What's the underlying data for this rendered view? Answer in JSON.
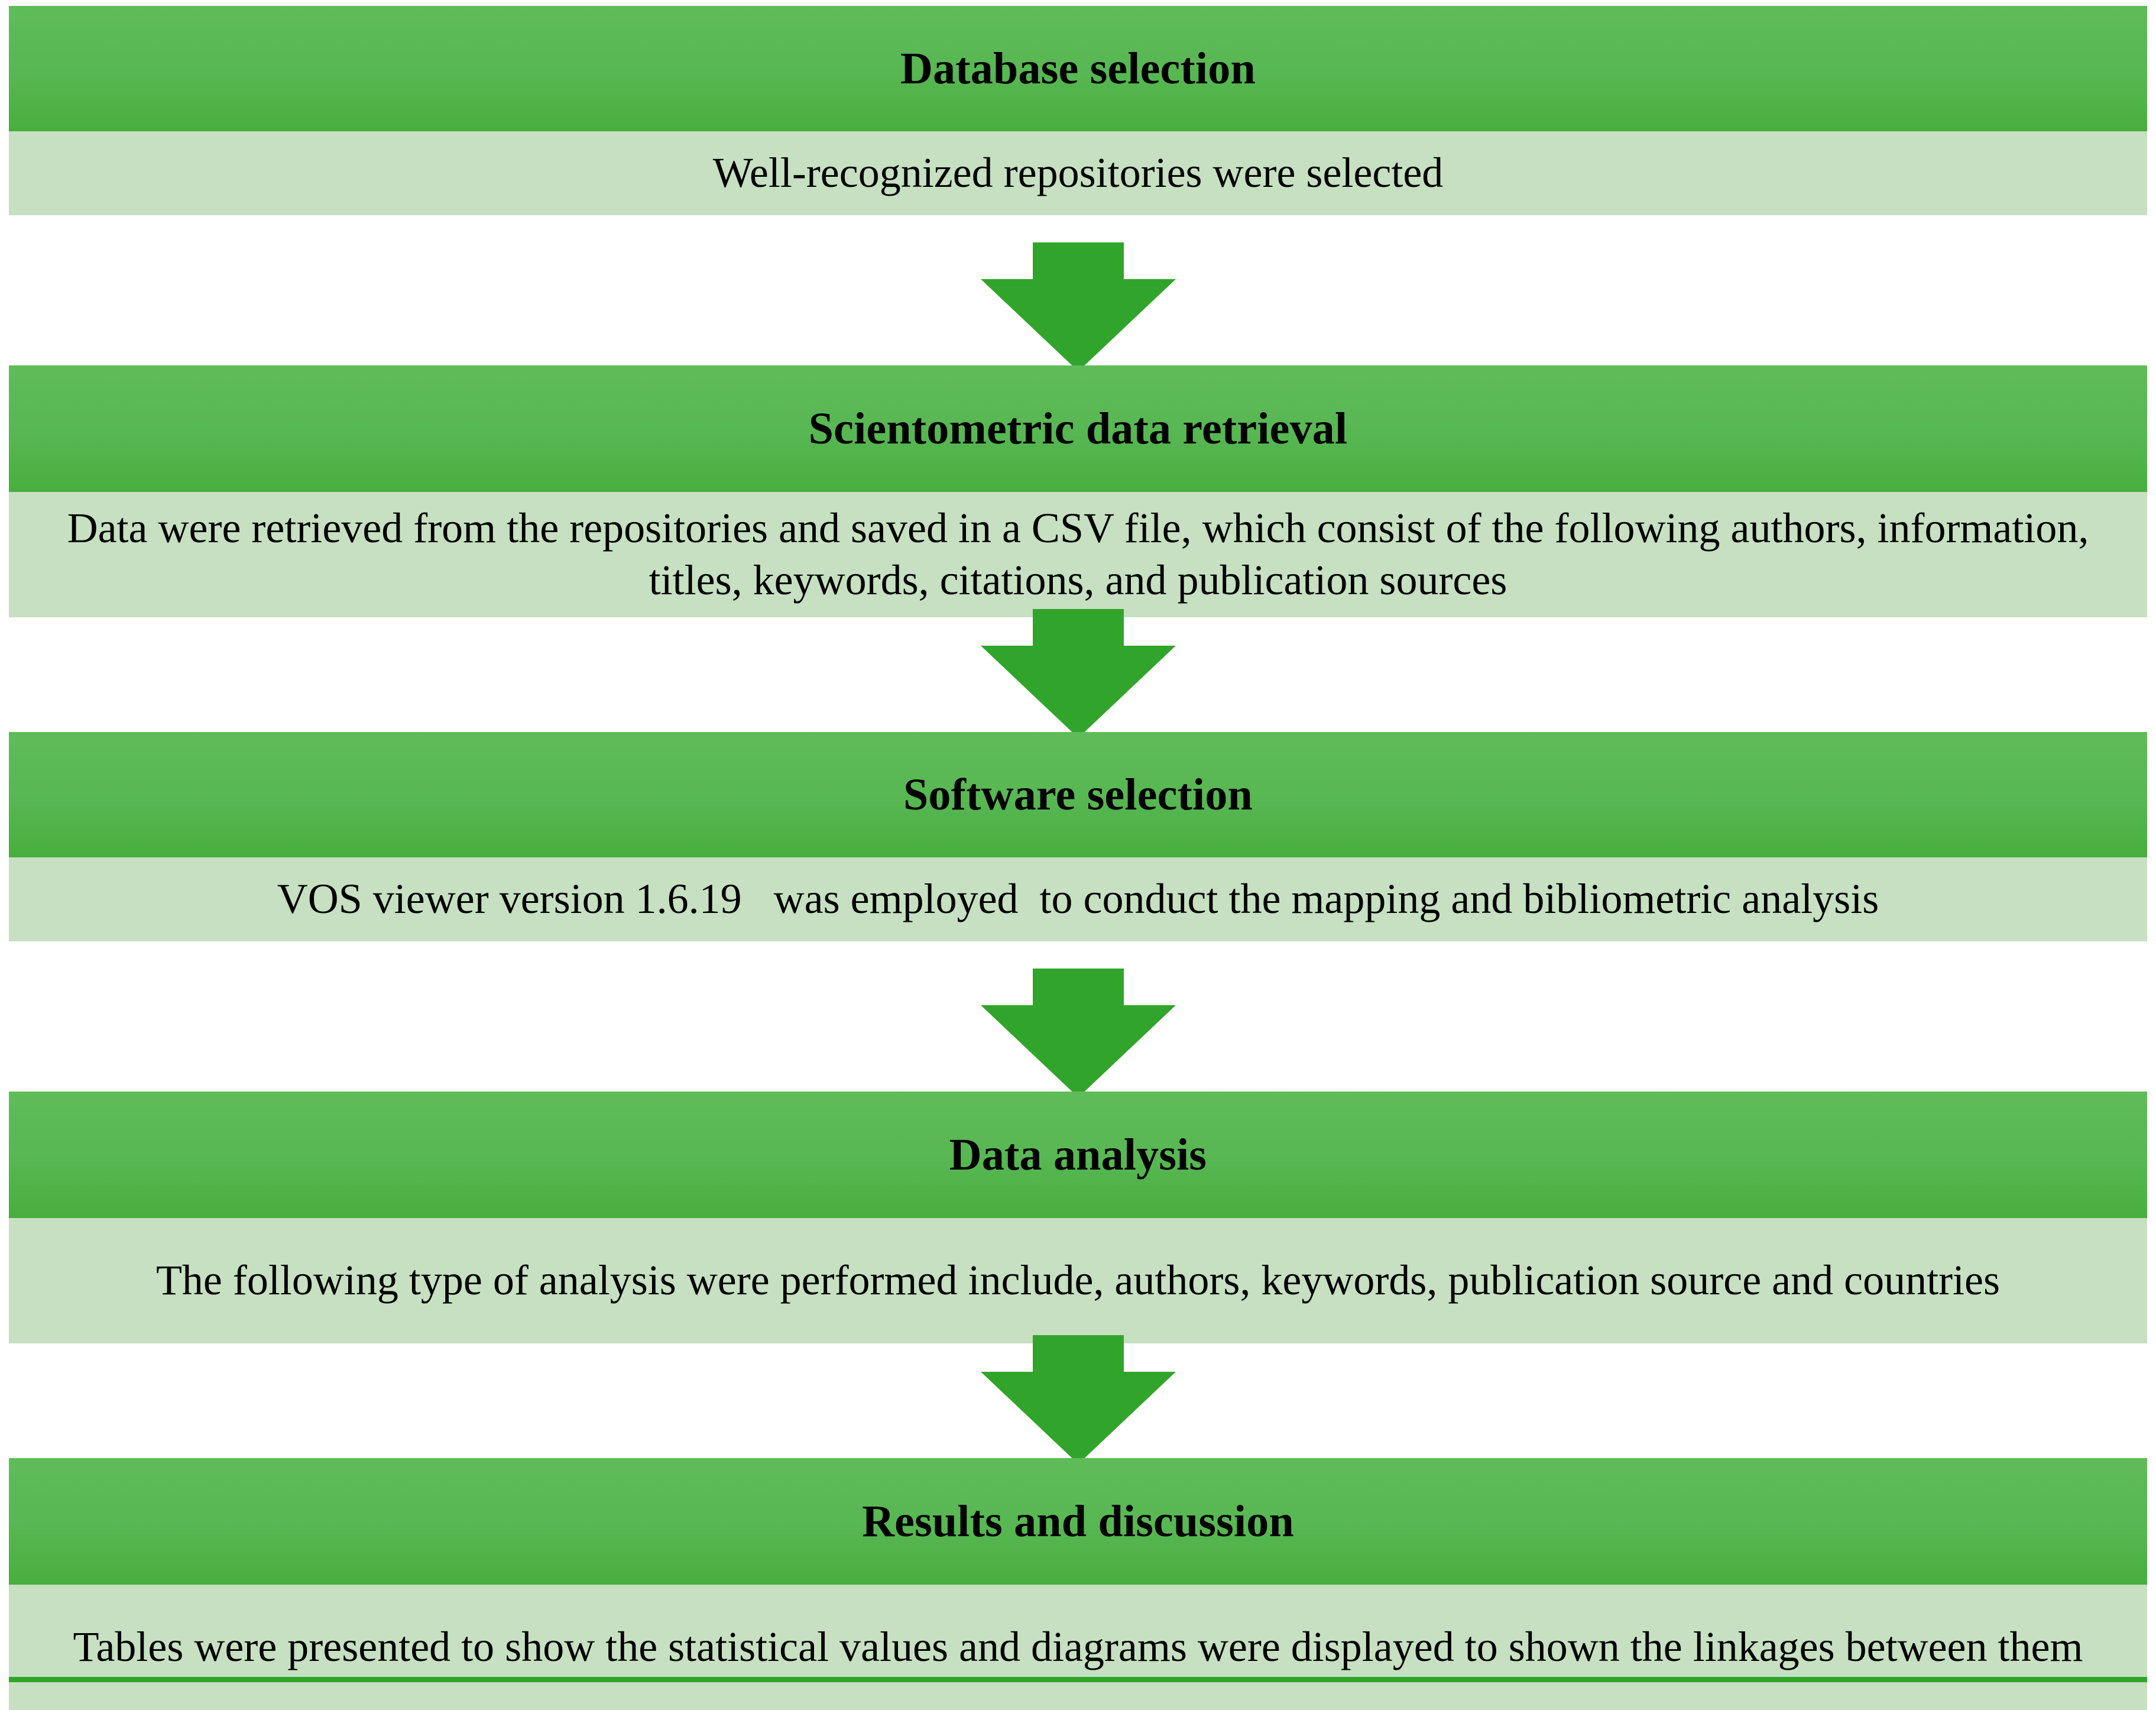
{
  "figure": {
    "type": "flowchart",
    "orientation": "vertical",
    "stage_count": 5,
    "colors": {
      "header_green": "#57B752",
      "body_light_green": "#C6E0C1",
      "arrow_green": "#31A52B",
      "text": "#000000",
      "background": "#FFFFFF"
    }
  },
  "stages": [
    {
      "title": "Database selection",
      "description": "Well-recognized repositories were selected"
    },
    {
      "title": "Scientometric data retrieval",
      "description": "Data were retrieved from the repositories and saved in a CSV file, which consist of the following authors, information, titles, keywords, citations, and publication sources"
    },
    {
      "title": "Software selection",
      "description": "VOS viewer version 1.6.19   was employed  to conduct the mapping and bibliometric analysis"
    },
    {
      "title": "Data analysis",
      "description": "The following type of analysis were performed include, authors, keywords, publication source and countries"
    },
    {
      "title": "Results and discussion",
      "description": "Tables were presented to show the statistical values and diagrams were displayed to shown the linkages between them"
    }
  ],
  "connectors": [
    {
      "icon": "arrow-down-icon",
      "from": "Database selection",
      "to": "Scientometric data retrieval"
    },
    {
      "icon": "arrow-down-icon",
      "from": "Scientometric data retrieval",
      "to": "Software selection"
    },
    {
      "icon": "arrow-down-icon",
      "from": "Software selection",
      "to": "Data analysis"
    },
    {
      "icon": "arrow-down-icon",
      "from": "Data analysis",
      "to": "Results and discussion"
    }
  ]
}
